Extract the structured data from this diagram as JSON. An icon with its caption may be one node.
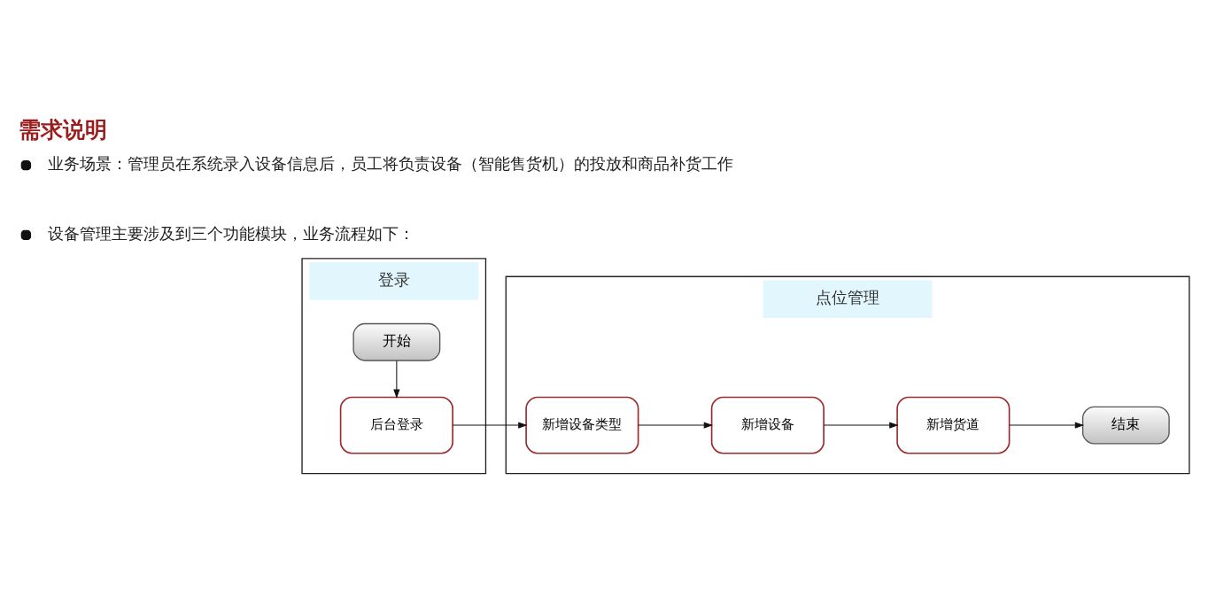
{
  "diagram": {
    "title": "需求说明",
    "nodes": [
      {
        "text": [
          "登录"
        ]
      },
      {
        "text": [
          "开始"
        ],
        "in": 0
      },
      {
        "text": [
          "后台登录"
        ],
        "in": 0
      },
      {
        "text": [
          "点位管理"
        ]
      },
      {
        "text": [
          "新增设备类型"
        ],
        "in": 3
      },
      {
        "text": [
          "新增设备"
        ],
        "in": 3
      },
      {
        "text": [
          "新增货道"
        ],
        "in": 3
      },
      {
        "text": [
          "结束"
        ],
        "in": 3
      }
    ],
    "edges": [
      {
        "from": 1,
        "to": 2,
        "arrow": "to"
      },
      {
        "from": 2,
        "to": 4,
        "arrow": "to"
      },
      {
        "from": 4,
        "to": 5,
        "arrow": "to"
      },
      {
        "from": 5,
        "to": 6,
        "arrow": "to"
      },
      {
        "from": 6,
        "to": 7,
        "arrow": "to"
      }
    ],
    "labels": [
      "业务场景：管理员在系统录入设备信息后，员工将负责设备（智能售货机）的投放和商品补货工作",
      "设备管理主要涉及到三个功能模块，业务流程如下："
    ]
  }
}
